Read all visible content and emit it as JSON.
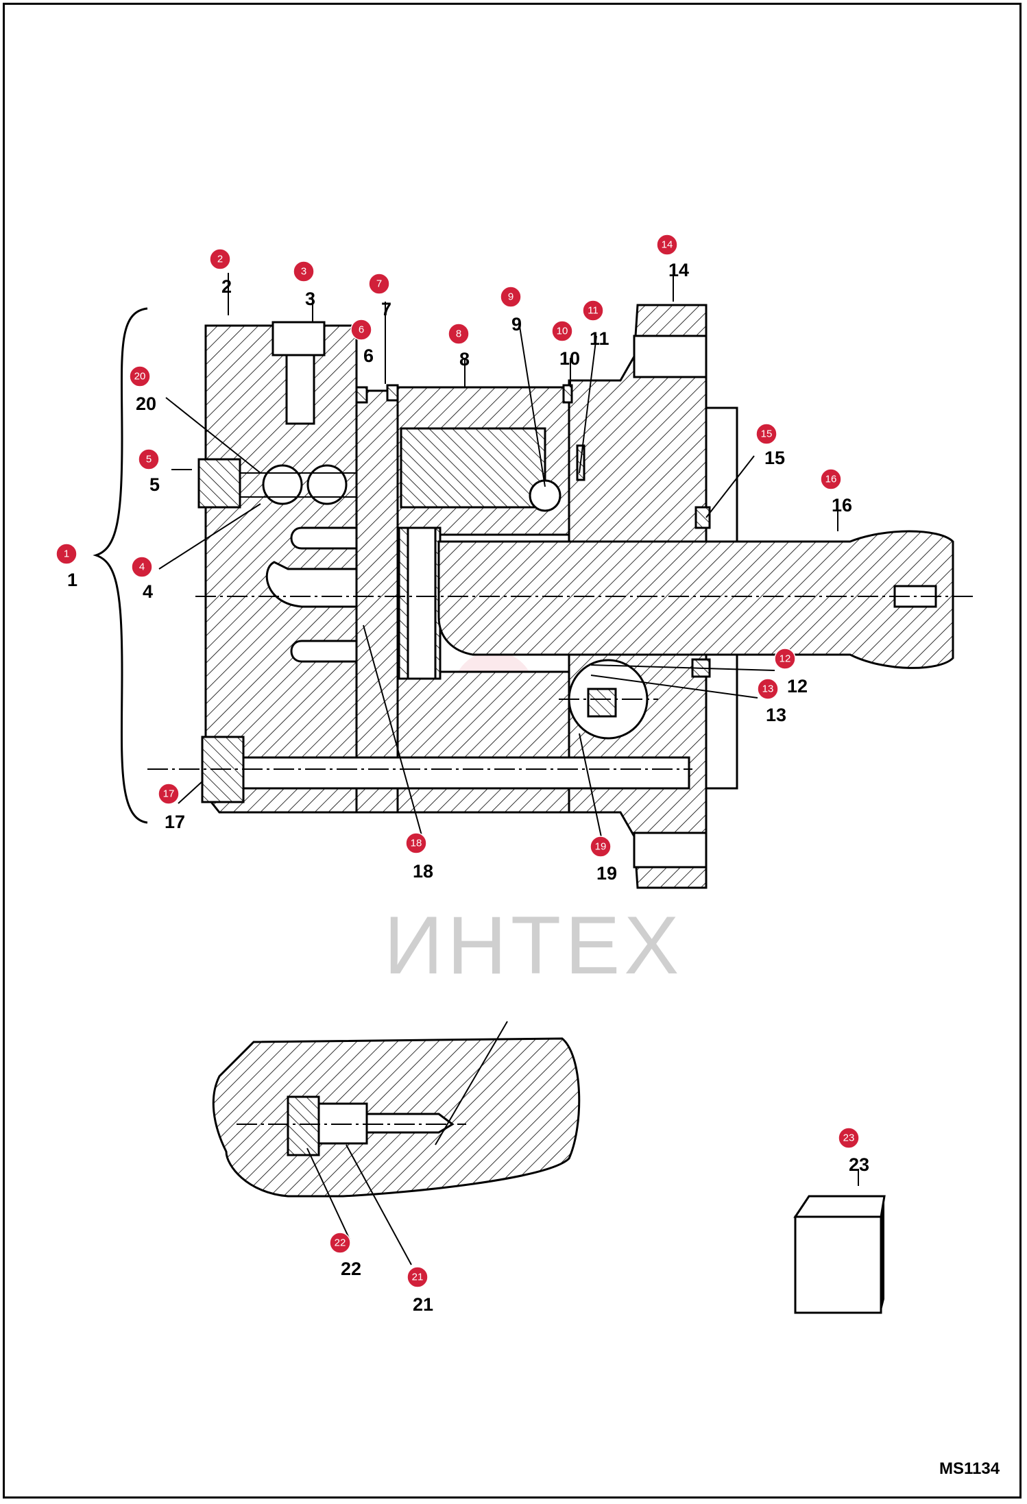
{
  "watermark": {
    "text": "ИНТЕХ"
  },
  "drawing_code": "MS1134",
  "colors": {
    "badge": "#d1203a",
    "watermark": "#cfcfcf",
    "line": "#000000"
  },
  "callouts": [
    {
      "id": "1",
      "label": "1"
    },
    {
      "id": "2",
      "label": "2"
    },
    {
      "id": "3",
      "label": "3"
    },
    {
      "id": "4",
      "label": "4"
    },
    {
      "id": "5",
      "label": "5"
    },
    {
      "id": "6",
      "label": "6"
    },
    {
      "id": "7",
      "label": "7"
    },
    {
      "id": "8",
      "label": "8"
    },
    {
      "id": "9",
      "label": "9"
    },
    {
      "id": "10",
      "label": "10"
    },
    {
      "id": "11",
      "label": "11"
    },
    {
      "id": "12",
      "label": "12"
    },
    {
      "id": "13",
      "label": "13"
    },
    {
      "id": "14",
      "label": "14"
    },
    {
      "id": "15",
      "label": "15"
    },
    {
      "id": "16",
      "label": "16"
    },
    {
      "id": "17",
      "label": "17"
    },
    {
      "id": "18",
      "label": "18"
    },
    {
      "id": "19",
      "label": "19"
    },
    {
      "id": "20",
      "label": "20"
    },
    {
      "id": "21",
      "label": "21"
    },
    {
      "id": "22",
      "label": "22"
    },
    {
      "id": "23",
      "label": "23"
    }
  ]
}
